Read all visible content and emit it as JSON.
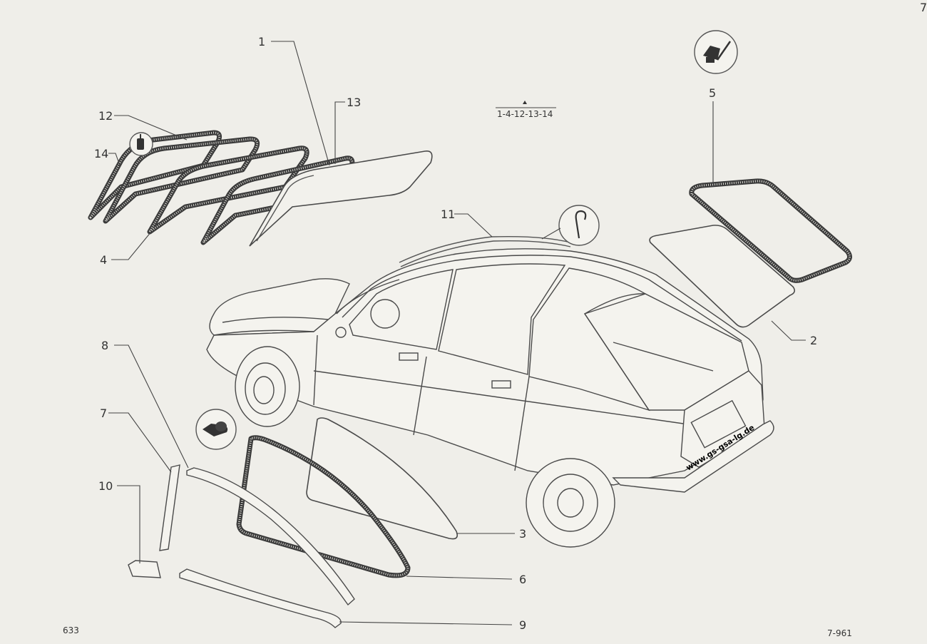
{
  "page": {
    "corner_mark": "7",
    "top_note": "1-4-12-13-14",
    "page_number": "633",
    "figure_code": "7-961",
    "watermark": "www.gs-gsa-lg.de"
  },
  "callouts": [
    {
      "id": "1",
      "text": "1"
    },
    {
      "id": "2",
      "text": "2"
    },
    {
      "id": "3",
      "text": "3"
    },
    {
      "id": "4",
      "text": "4"
    },
    {
      "id": "5",
      "text": "5"
    },
    {
      "id": "6",
      "text": "6"
    },
    {
      "id": "7",
      "text": "7"
    },
    {
      "id": "8",
      "text": "8"
    },
    {
      "id": "9",
      "text": "9"
    },
    {
      "id": "10",
      "text": "10"
    },
    {
      "id": "11",
      "text": "11"
    },
    {
      "id": "12",
      "text": "12"
    },
    {
      "id": "13",
      "text": "13"
    },
    {
      "id": "14",
      "text": "14"
    }
  ],
  "icons": [
    {
      "name": "sealant-tube-icon"
    },
    {
      "name": "hook-tool-icon"
    },
    {
      "name": "cartridge-gun-icon"
    },
    {
      "name": "glue-bottle-icon"
    }
  ]
}
